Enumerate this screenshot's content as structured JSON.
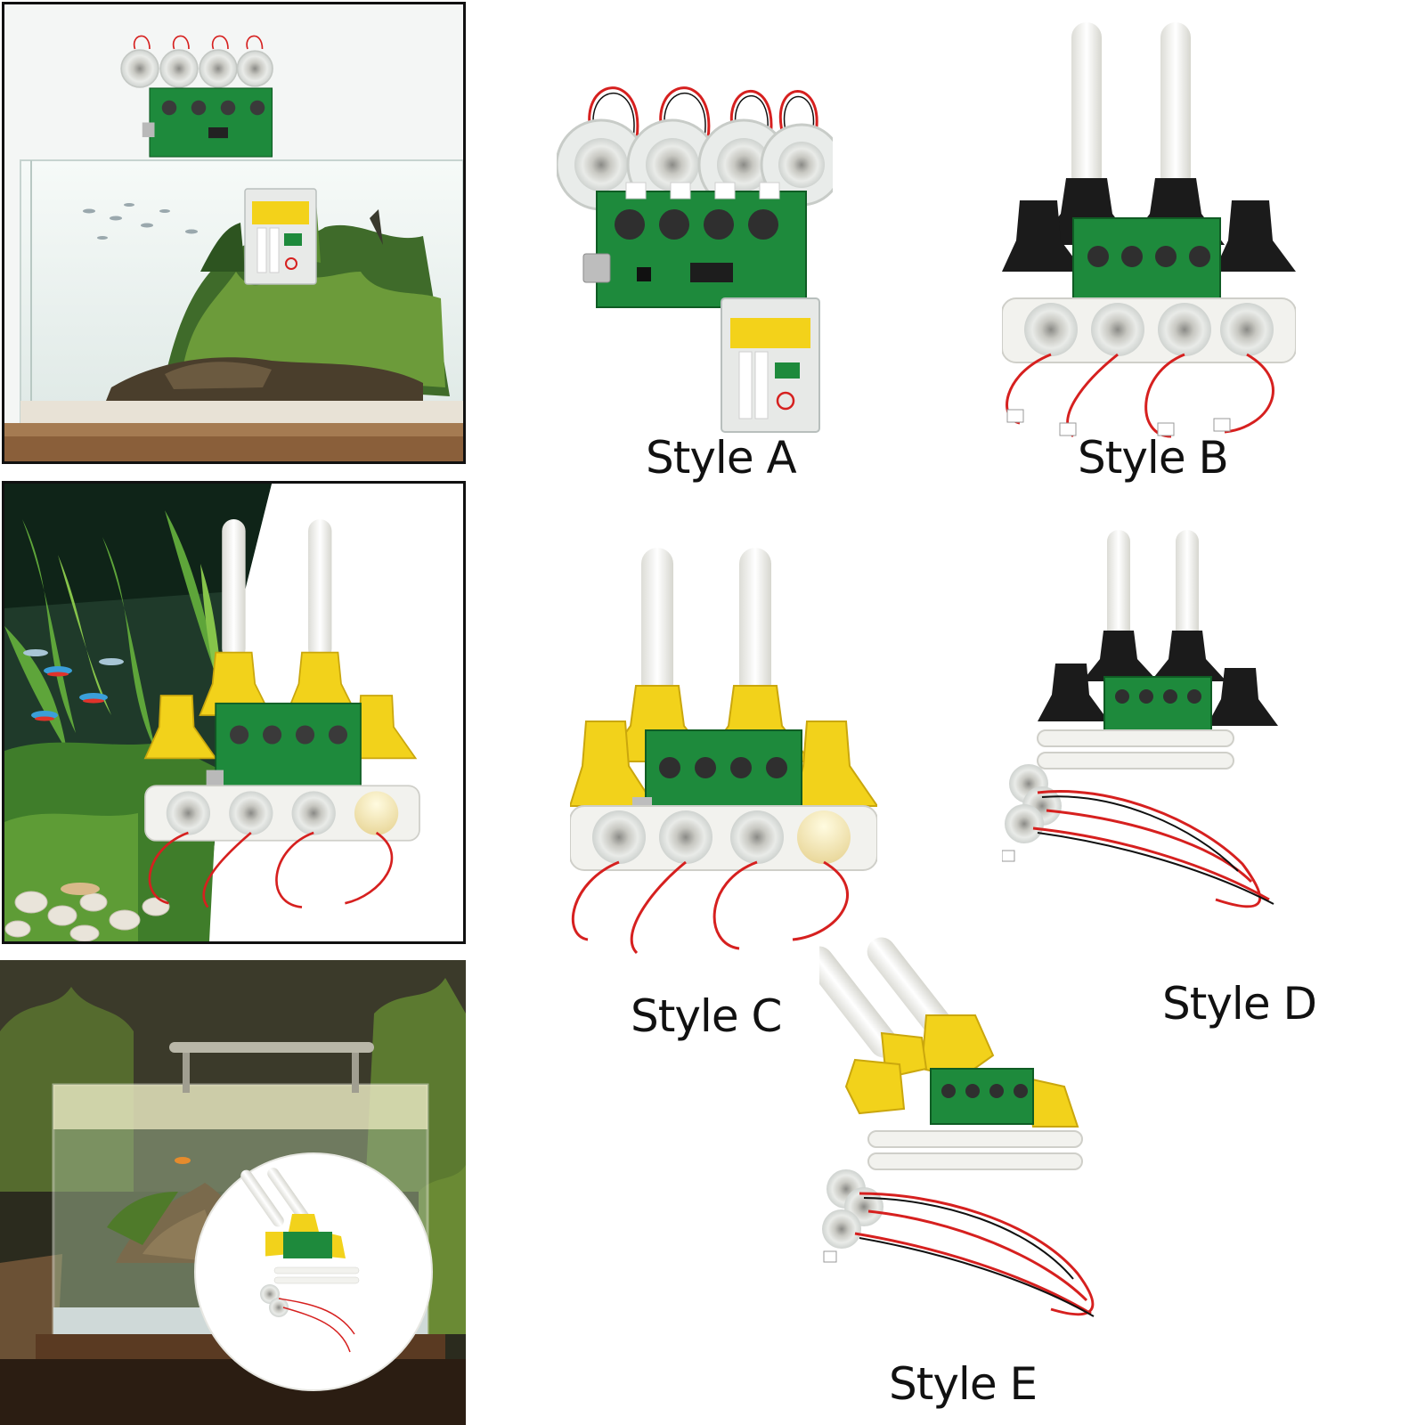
{
  "labels": {
    "style_a": "Style A",
    "style_b": "Style B",
    "style_c": "Style C",
    "style_d": "Style D",
    "style_e": "Style E"
  },
  "colors": {
    "pcb_green": "#1e8a3c",
    "tube_yellow": "#f2d21b",
    "mount_black": "#1b1b1b",
    "wire_red": "#d6201f",
    "tube_white": "#f4f4f0"
  }
}
